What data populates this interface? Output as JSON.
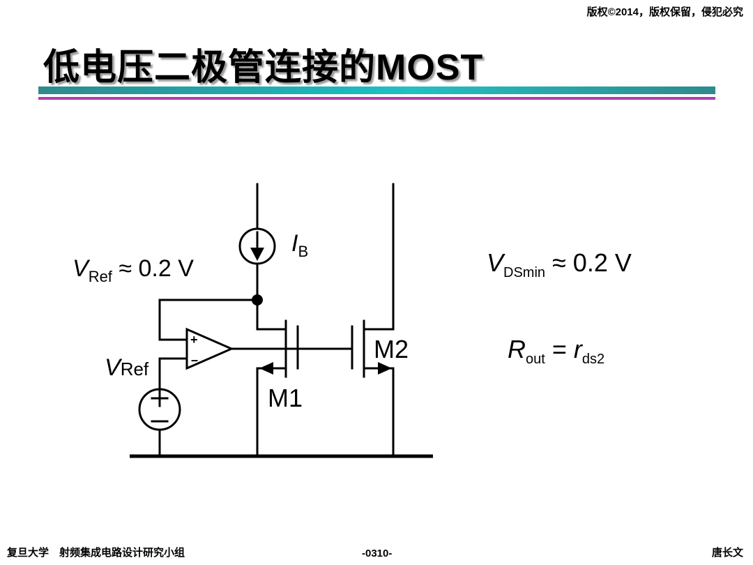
{
  "header": {
    "copyright": "版权©2014，版权保留，侵犯必究"
  },
  "title": {
    "text_cn": "低电压二极管连接的",
    "text_latin": "MOST"
  },
  "diagram": {
    "ib_label": "I",
    "ib_sub": "B",
    "vref_label": "V",
    "vref_sub": "Ref",
    "vref_approx": "≈ 0.2 V",
    "vref_source_label": "V",
    "vref_source_sub": "Ref",
    "m1_label": "M1",
    "m2_label": "M2",
    "opamp_plus": "+",
    "opamp_minus": "–"
  },
  "equations": {
    "vdsmin_var": "V",
    "vdsmin_sub": "DSmin",
    "vdsmin_rhs": "≈ 0.2 V",
    "rout_var": "R",
    "rout_sub": "out",
    "rout_eq": "=",
    "rout_rhs_var": "r",
    "rout_rhs_sub": "ds2"
  },
  "footer": {
    "left": "复旦大学　射频集成电路设计研究小组",
    "center": "-0310-",
    "right": "唐长文"
  }
}
